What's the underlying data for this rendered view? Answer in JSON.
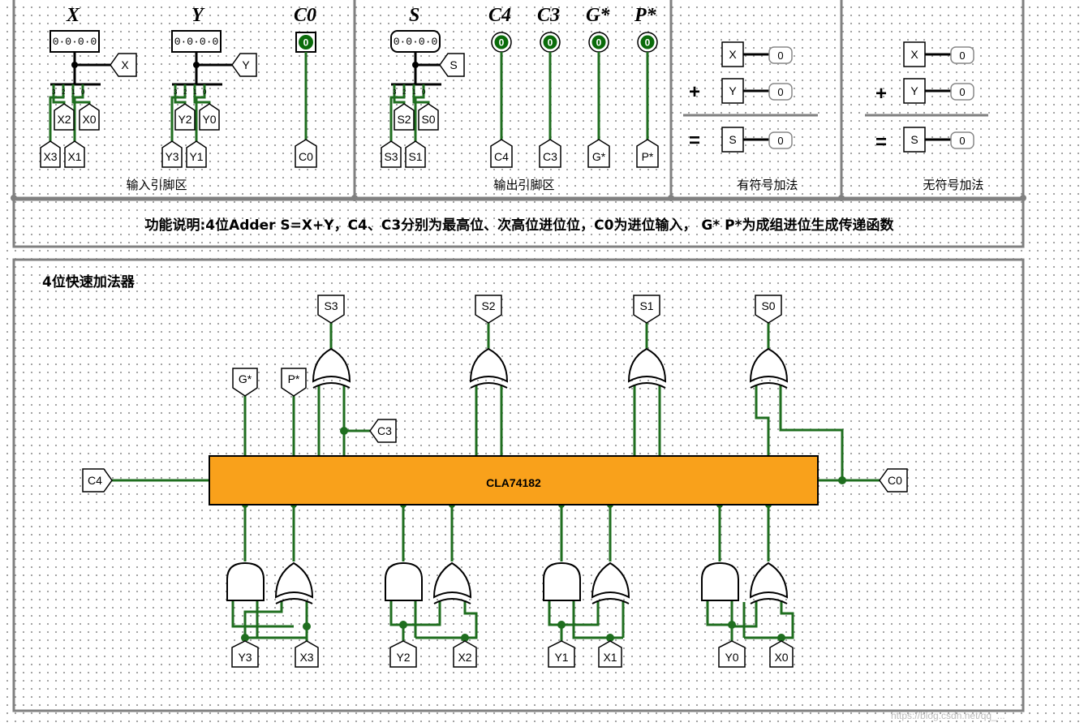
{
  "input_zone": {
    "x_header": "X",
    "y_header": "Y",
    "c0_header": "C0",
    "x_value": "0·0·0·0",
    "y_value": "0·0·0·0",
    "c0_value": "0",
    "x_tunnel": "X",
    "y_tunnel": "Y",
    "x_bits": [
      "X3",
      "X2",
      "X1",
      "X0"
    ],
    "y_bits": [
      "Y3",
      "Y2",
      "Y1",
      "Y0"
    ],
    "c0_tunnel": "C0",
    "caption": "输入引脚区"
  },
  "output_zone": {
    "s_header": "S",
    "c4_header": "C4",
    "c3_header": "C3",
    "g_header": "G*",
    "p_header": "P*",
    "s_value": "0·0·0·0",
    "led_values": [
      "0",
      "0",
      "0",
      "0"
    ],
    "s_tunnel": "S",
    "s_bits": [
      "S3",
      "S2",
      "S1",
      "S0"
    ],
    "tunnels": [
      "C4",
      "C3",
      "G*",
      "P*"
    ],
    "caption": "输出引脚区"
  },
  "signed_adder": {
    "plus": "+",
    "equals": "=",
    "x_label": "X",
    "y_label": "Y",
    "s_label": "S",
    "x_value": "0",
    "y_value": "0",
    "s_value": "0",
    "caption": "有符号加法"
  },
  "unsigned_adder": {
    "plus": "+",
    "equals": "=",
    "x_label": "X",
    "y_label": "Y",
    "s_label": "S",
    "x_value": "0",
    "y_value": "0",
    "s_value": "0",
    "caption": "无符号加法"
  },
  "description": "功能说明:4位Adder  S=X+Y，C4、C3分别为最高位、次高位进位位，C0为进位输入，  G* P*为成组进位生成传递函数",
  "main": {
    "title": "4位快速加法器",
    "chip_label": "CLA74182",
    "sum_outputs": [
      "S3",
      "S2",
      "S1",
      "S0"
    ],
    "g_tag": "G*",
    "p_tag": "P*",
    "c3_tag": "C3",
    "c4_tag": "C4",
    "c0_tag": "C0",
    "x_inputs": [
      "X3",
      "X2",
      "X1",
      "X0"
    ],
    "y_inputs": [
      "Y3",
      "Y2",
      "Y1",
      "Y0"
    ]
  },
  "watermark": "https://blog.csdn.net/qq_...",
  "colors": {
    "wire": "#1f6e1f",
    "chip_fill": "#f9a11b",
    "border": "#808080",
    "led": "#0a6b0a"
  },
  "icons": [
    "input-pin",
    "output-pin",
    "led",
    "tunnel",
    "and-gate",
    "xor-gate",
    "splitter"
  ]
}
